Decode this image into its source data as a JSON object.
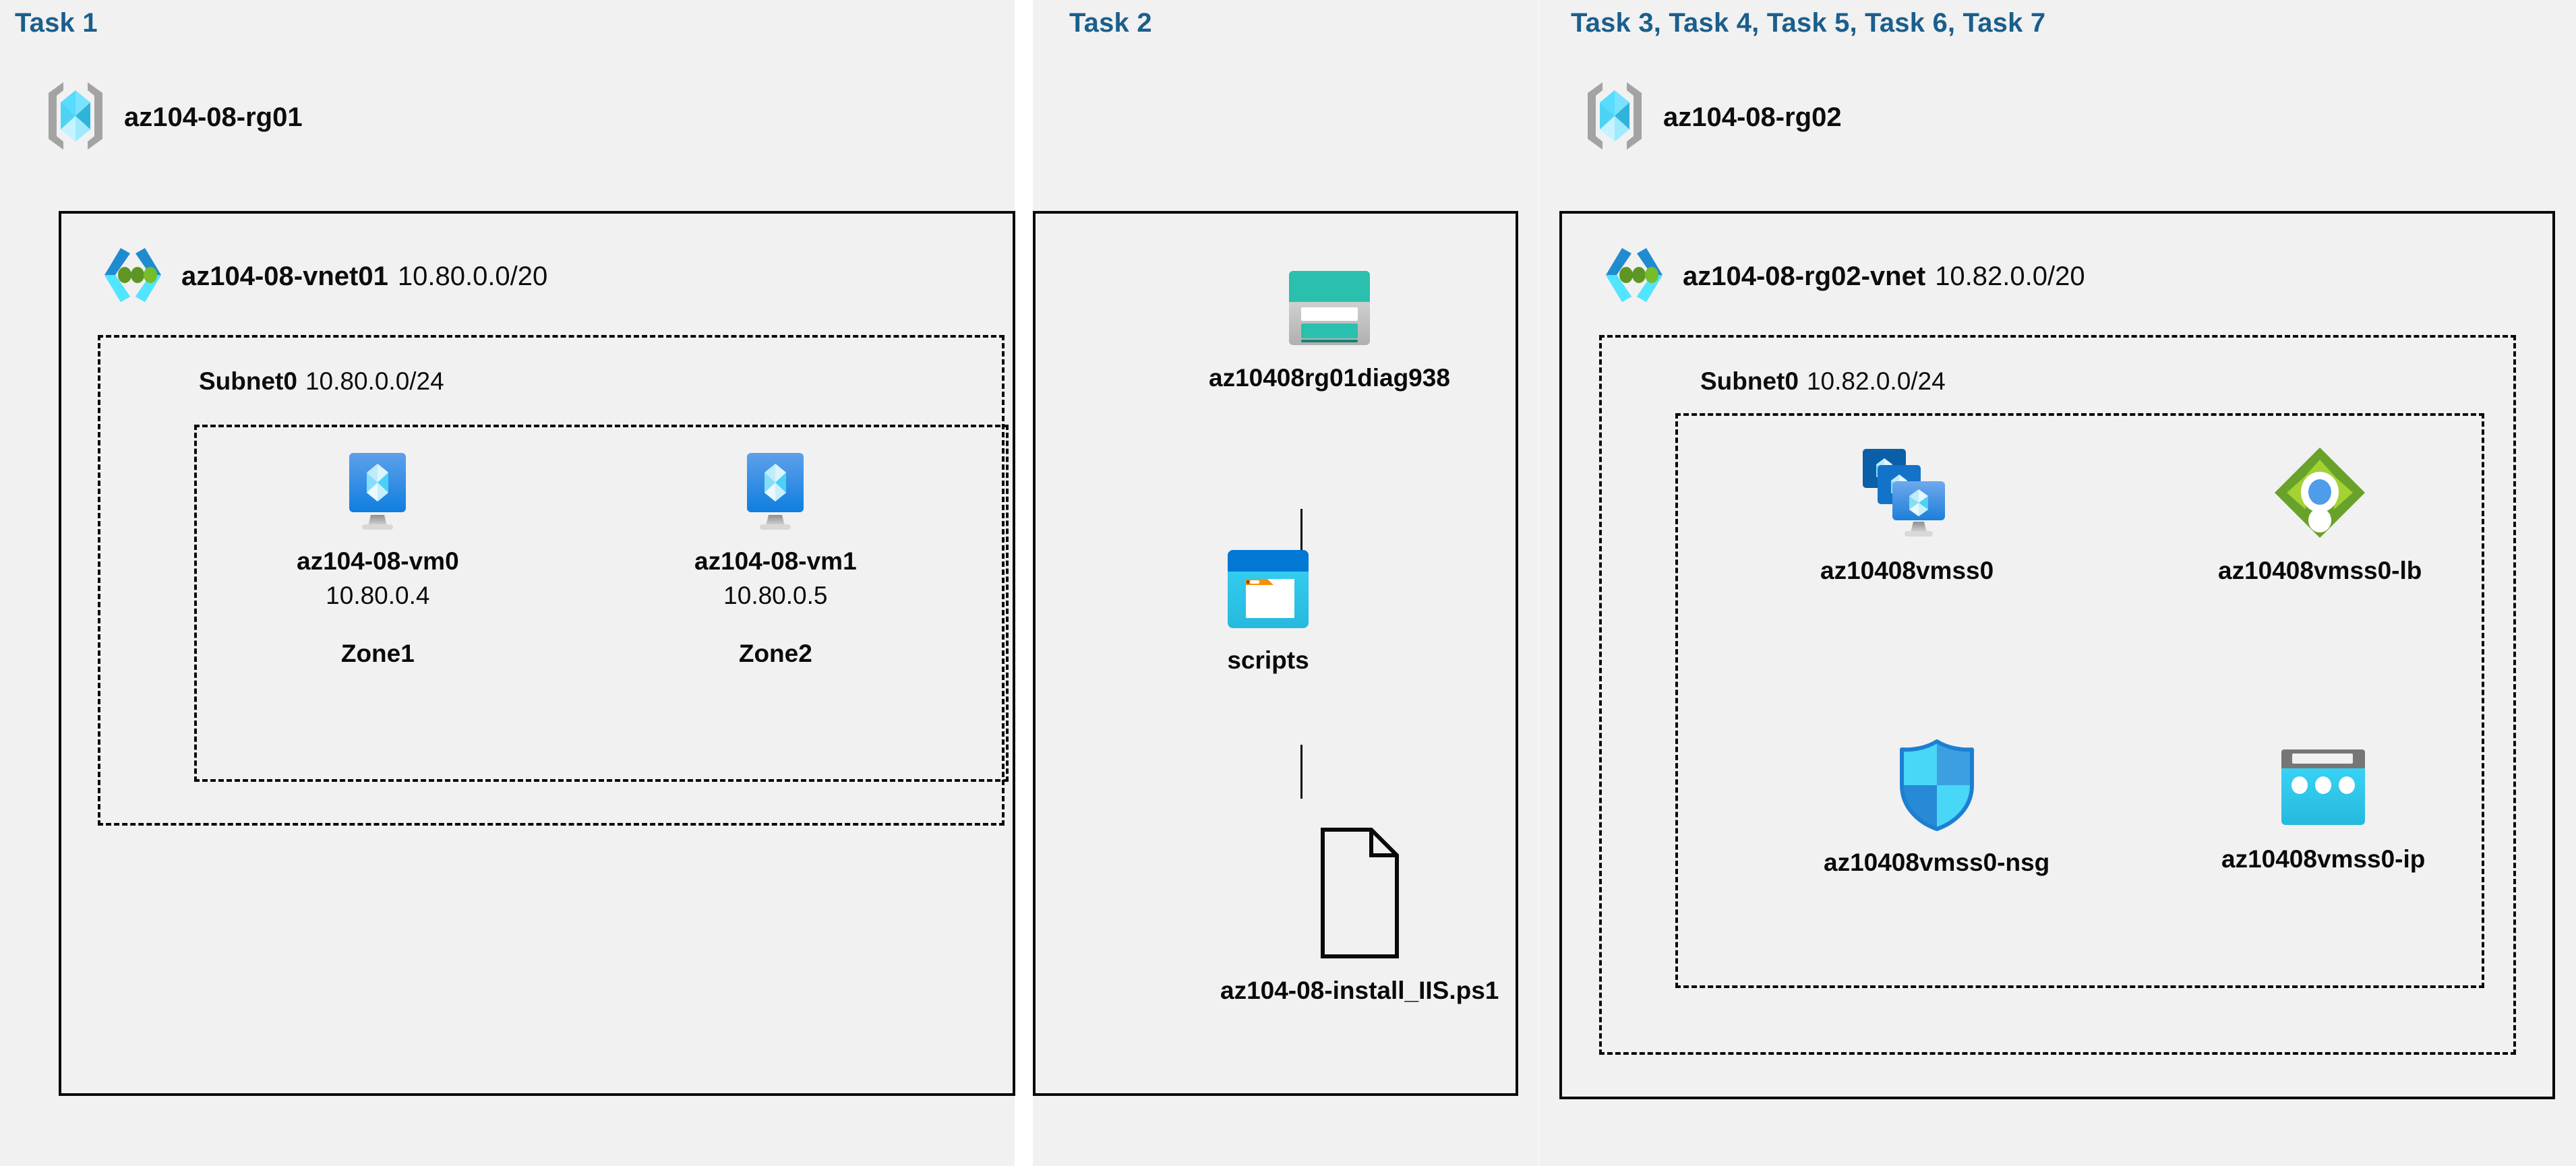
{
  "panels": [
    {
      "id": "task1",
      "title": "Task 1"
    },
    {
      "id": "task2",
      "title": "Task 2"
    },
    {
      "id": "task3",
      "title": "Task 3, Task 4, Task 5, Task 6, Task 7"
    }
  ],
  "colors": {
    "task_title": "#1B5E8C",
    "panel_bg": "#f1f1f1",
    "border": "#0a0a0a",
    "vnet_blue": "#1F8CD0",
    "vnet_cyan": "#50E6FF",
    "vnet_green": "#5E9624",
    "vm_blue": "#2A7FD4",
    "storage_teal": "#2BBFAE",
    "storage_teal_dark": "#1E7F76",
    "container_blue": "#0078D4",
    "container_cyan": "#32CDEF",
    "container_orange": "#F2910A",
    "lb_green": "#68A22A",
    "lb_green_light": "#A4D233",
    "lb_dot_blue": "#4F9CEA",
    "nsg_cyan": "#32D4F5",
    "nsg_blue": "#2889D6",
    "ip_gray": "#767676",
    "ip_cyan": "#32CDEF"
  },
  "task1": {
    "resource_group": {
      "name": "az104-08-rg01",
      "icon": "resource-group-icon"
    },
    "vnet": {
      "name": "az104-08-vnet01",
      "cidr": "10.80.0.0/20",
      "icon": "virtual-network-icon"
    },
    "subnet": {
      "name": "Subnet0",
      "cidr": "10.80.0.0/24"
    },
    "vms": [
      {
        "name": "az104-08-vm0",
        "ip": "10.80.0.4",
        "zone": "Zone1",
        "icon": "virtual-machine-icon"
      },
      {
        "name": "az104-08-vm1",
        "ip": "10.80.0.5",
        "zone": "Zone2",
        "icon": "virtual-machine-icon"
      }
    ]
  },
  "task2": {
    "storage_account": {
      "name": "az10408rg01diag938",
      "icon": "storage-account-icon"
    },
    "container": {
      "name": "scripts",
      "icon": "blob-container-icon"
    },
    "file": {
      "name": "az104-08-install_IIS.ps1",
      "icon": "script-file-icon"
    }
  },
  "task3": {
    "resource_group": {
      "name": "az104-08-rg02",
      "icon": "resource-group-icon"
    },
    "vnet": {
      "name": "az104-08-rg02-vnet",
      "cidr": "10.82.0.0/20",
      "icon": "virtual-network-icon"
    },
    "subnet": {
      "name": "Subnet0",
      "cidr": "10.82.0.0/24"
    },
    "resources": [
      {
        "name": "az10408vmss0",
        "icon": "vm-scale-set-icon"
      },
      {
        "name": "az10408vmss0-lb",
        "icon": "load-balancer-icon"
      },
      {
        "name": "az10408vmss0-nsg",
        "icon": "network-security-group-icon"
      },
      {
        "name": "az10408vmss0-ip",
        "icon": "public-ip-address-icon"
      }
    ]
  }
}
